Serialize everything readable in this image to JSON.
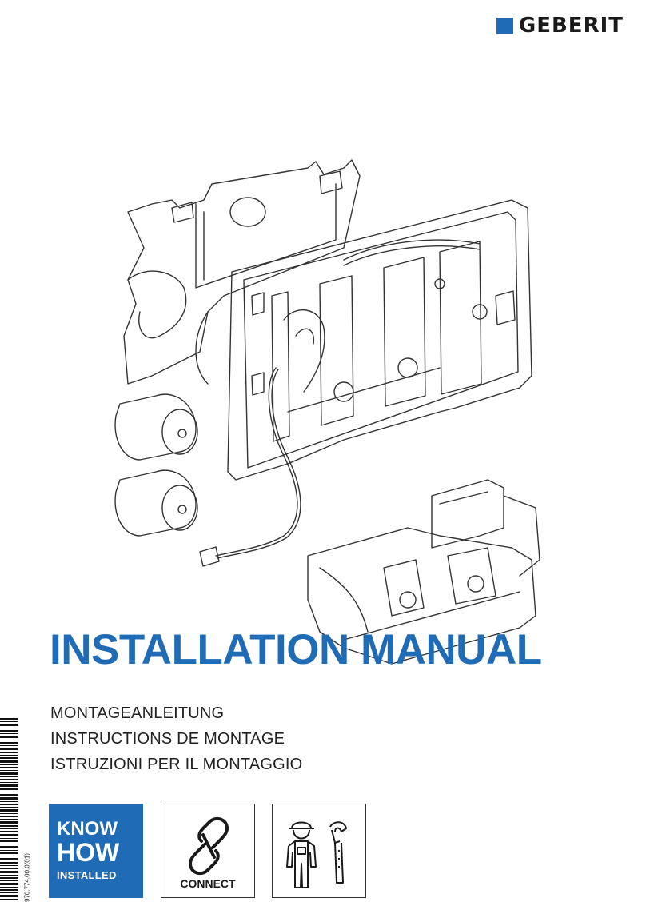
{
  "brand": {
    "name": "GEBERIT",
    "color": "#1f6bb5"
  },
  "title": "INSTALLATION MANUAL",
  "subtitles": [
    "MONTAGEANLEITUNG",
    "INSTRUCTIONS DE MONTAGE",
    "ISTRUZIONI PER IL MONTAGGIO"
  ],
  "doc_number": "970.774.00.0(01)",
  "badges": {
    "knowhow": {
      "line1": "KNOW",
      "line2": "HOW",
      "line3": "INSTALLED",
      "color": "#1f6bb5"
    },
    "connect": {
      "label": "CONNECT",
      "icon": "chain-link-icon"
    },
    "installer": {
      "icons": [
        "worker-icon",
        "pipe-wrench-icon"
      ]
    }
  },
  "illustration": {
    "icon": "flush-actuator-frame-illustration",
    "parts": [
      "mounting-frame",
      "batteries",
      "connector-cable",
      "valve-unit"
    ]
  }
}
